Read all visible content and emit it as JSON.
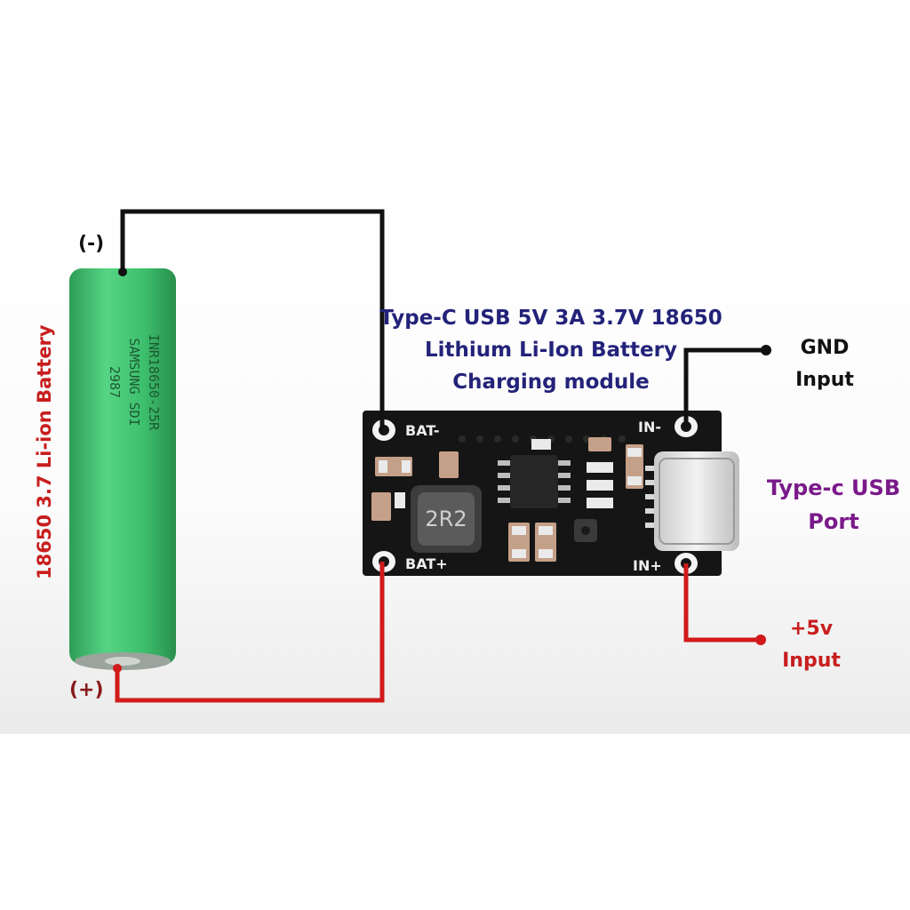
{
  "title_lines": [
    "Type-C USB 5V 3A 3.7V 18650",
    "Lithium Li-Ion Battery",
    "Charging module"
  ],
  "battery": {
    "side_label": "18650 3.7 Li-ion Battery",
    "neg_label": "(-)",
    "pos_label": "(+)",
    "print_lines": [
      "INR18650-25R",
      "SAMSUNG SDI",
      "2987"
    ]
  },
  "board": {
    "bat_neg": "BAT-",
    "bat_pos": "BAT+",
    "in_neg": "IN-",
    "in_pos": "IN+",
    "inductor": "2R2"
  },
  "labels": {
    "gnd_line1": "GND",
    "gnd_line2": "Input",
    "usb_line1": "Type-c USB",
    "usb_line2": "Port",
    "plus5_line1": "+5v",
    "plus5_line2": "Input"
  },
  "colors": {
    "wire_negative": "#111111",
    "wire_positive": "#d11a1a",
    "battery": "#3dbf6a",
    "board": "#151515"
  }
}
